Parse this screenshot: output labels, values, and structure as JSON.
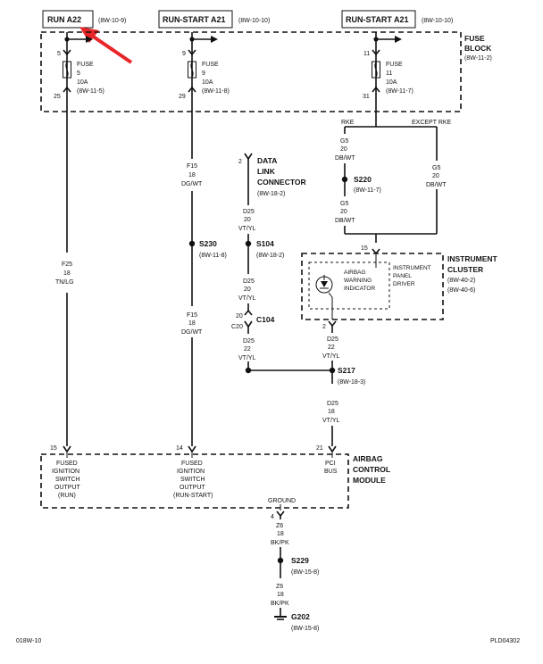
{
  "sources": {
    "run_a22": {
      "label": "RUN A22",
      "ref": "(8W-10-9)"
    },
    "run_start_a21_left": {
      "label": "RUN-START A21",
      "ref": "(8W-10-10)"
    },
    "run_start_a21_right": {
      "label": "RUN-START A21",
      "ref": "(8W-10-10)"
    }
  },
  "fuse_block": {
    "title1": "FUSE",
    "title2": "BLOCK",
    "ref": "(8W-11-2)"
  },
  "fuses": [
    {
      "pin_in": "5",
      "pin_out": "25",
      "l1": "FUSE",
      "l2": "5",
      "l3": "10A",
      "ref": "(8W-11-5)"
    },
    {
      "pin_in": "9",
      "pin_out": "29",
      "l1": "FUSE",
      "l2": "9",
      "l3": "10A",
      "ref": "(8W-11-8)"
    },
    {
      "pin_in": "11",
      "pin_out": "31",
      "l1": "FUSE",
      "l2": "11",
      "l3": "10A",
      "ref": "(8W-11-7)"
    }
  ],
  "wires": {
    "f25": {
      "l1": "F25",
      "l2": "18",
      "l3": "TN/LG"
    },
    "f15_top": {
      "l1": "F15",
      "l2": "18",
      "l3": "DG/WT"
    },
    "f15_bot": {
      "l1": "F15",
      "l2": "18",
      "l3": "DG/WT"
    },
    "g5_top": {
      "l1": "G5",
      "l2": "20",
      "l3": "DB/WT"
    },
    "g5_mid": {
      "l1": "G5",
      "l2": "20",
      "l3": "DB/WT"
    },
    "g5_right": {
      "l1": "G5",
      "l2": "20",
      "l3": "DB/WT"
    },
    "d25_a": {
      "l1": "D25",
      "l2": "20",
      "l3": "VT/YL"
    },
    "d25_b": {
      "l1": "D25",
      "l2": "20",
      "l3": "VT/YL"
    },
    "d25_c": {
      "l1": "D25",
      "l2": "22",
      "l3": "VT/YL"
    },
    "d25_d": {
      "l1": "D25",
      "l2": "22",
      "l3": "VT/YL"
    },
    "d25_e": {
      "l1": "D25",
      "l2": "18",
      "l3": "VT/YL"
    },
    "z6_a": {
      "l1": "Z6",
      "l2": "18",
      "l3": "BK/PK"
    },
    "z6_b": {
      "l1": "Z6",
      "l2": "18",
      "l3": "BK/PK"
    }
  },
  "branches": {
    "rke": "RKE",
    "except_rke": "EXCEPT RKE"
  },
  "splices": {
    "s220": {
      "label": "S220",
      "ref": "(8W-11-7)"
    },
    "s230": {
      "label": "S230",
      "ref": "(8W-11-8)"
    },
    "s104": {
      "label": "S104",
      "ref": "(8W-18-2)"
    },
    "s217": {
      "label": "S217",
      "ref": "(8W-18-3)"
    },
    "s229": {
      "label": "S229",
      "ref": "(8W-15-8)"
    }
  },
  "data_link": {
    "pin": "2",
    "l1": "DATA",
    "l2": "LINK",
    "l3": "CONNECTOR",
    "ref": "(8W-18-2)"
  },
  "connector_c104": {
    "label": "C104",
    "pin_top": "20",
    "pin_bot": "C20"
  },
  "instrument_cluster": {
    "title1": "INSTRUMENT",
    "title2": "CLUSTER",
    "ref1": "(8W-40-2)",
    "ref2": "(8W-40-6)",
    "pin_in": "15",
    "pin_out": "2",
    "ind1": "AIRBAG",
    "ind2": "WARNING",
    "ind3": "INDICATOR",
    "drv1": "INSTRUMENT",
    "drv2": "PANEL",
    "drv3": "DRIVER"
  },
  "acm": {
    "title1": "AIRBAG",
    "title2": "CONTROL",
    "title3": "MODULE",
    "pin_run": "15",
    "pin_rs": "14",
    "pin_pci": "21",
    "pin_gnd": "4",
    "run1": "FUSED",
    "run2": "IGNITION",
    "run3": "SWITCH",
    "run4": "OUTPUT",
    "run5": "(RUN)",
    "rs1": "FUSED",
    "rs2": "IGNITION",
    "rs3": "SWITCH",
    "rs4": "OUTPUT",
    "rs5": "(RUN-START)",
    "pci1": "PCI",
    "pci2": "BUS",
    "ground": "GROUND"
  },
  "ground_g202": {
    "label": "G202",
    "ref": "(8W-15-8)"
  },
  "footer": {
    "left": "018W-10",
    "right": "PLD04302"
  },
  "colors": {
    "ink": "#111111",
    "highlight": "#e8262a"
  }
}
